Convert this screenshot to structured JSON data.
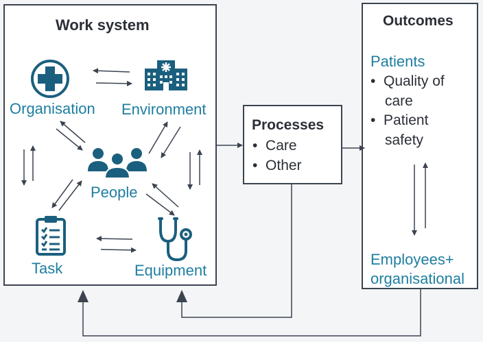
{
  "work_system": {
    "title": "Work system",
    "nodes": {
      "organisation": "Organisation",
      "environment": "Environment",
      "people": "People",
      "task": "Task",
      "equipment": "Equipment"
    }
  },
  "processes": {
    "title": "Processes",
    "items": [
      "Care",
      "Other"
    ]
  },
  "outcomes": {
    "title": "Outcomes",
    "patients_heading": "Patients",
    "patient_items": [
      {
        "line1": "Quality of",
        "line2": "care"
      },
      {
        "line1": "Patient",
        "line2": "safety"
      }
    ],
    "employees_line1": "Employees+",
    "employees_line2": "organisational"
  },
  "icons": {
    "organisation": "medical-cross-icon",
    "environment": "hospital-building-icon",
    "people": "people-group-icon",
    "task": "clipboard-checklist-icon",
    "equipment": "stethoscope-icon"
  },
  "colors": {
    "accent": "#1e7ea0",
    "icon": "#1b5f7e",
    "line": "#3b4350",
    "background": "#f4f5f6"
  }
}
